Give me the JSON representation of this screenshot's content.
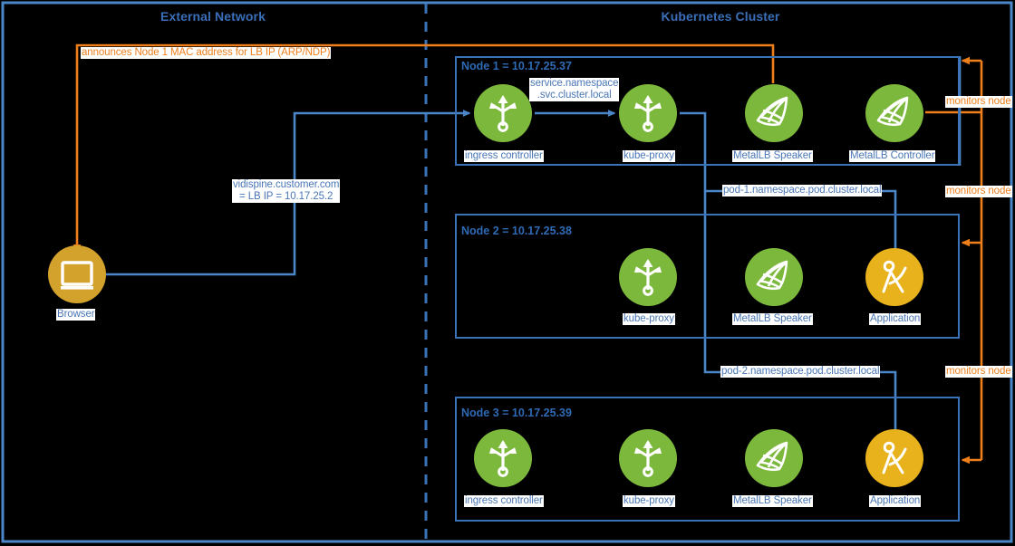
{
  "zones": {
    "external": {
      "title": "External Network"
    },
    "cluster": {
      "title": "Kubernetes Cluster"
    }
  },
  "annotations": {
    "arp_announce": "announces Node 1 MAC address for LB IP (ARP/NDP)",
    "lb_ip": "vidispine.customer.com\n= LB IP = 10.17.25.2",
    "svc_dns": "service.namespace\n.svc.cluster.local",
    "pod1_dns": "pod-1.namespace.pod.cluster.local",
    "pod2_dns": "pod-2.namespace.pod.cluster.local",
    "monitors_node_1": "monitors node",
    "monitors_node_2": "monitors node",
    "monitors_node_3": "monitors node"
  },
  "client": {
    "browser_label": "Browser",
    "browser_icon": "monitor-icon"
  },
  "nodes": [
    {
      "id": "node-1",
      "title": "Node 1 = 10.17.25.37",
      "components": [
        {
          "label": "ingress controller",
          "icon": "trident-icon",
          "color": "green"
        },
        {
          "label": "kube-proxy",
          "icon": "trident-icon",
          "color": "green"
        },
        {
          "label": "MetalLB Speaker",
          "icon": "metallb-sail-icon",
          "color": "green"
        },
        {
          "label": "MetalLB Controller",
          "icon": "metallb-sail-icon",
          "color": "green"
        }
      ]
    },
    {
      "id": "node-2",
      "title": "Node 2 = 10.17.25.38",
      "components": [
        {
          "label": "kube-proxy",
          "icon": "trident-icon",
          "color": "green"
        },
        {
          "label": "MetalLB Speaker",
          "icon": "metallb-sail-icon",
          "color": "green"
        },
        {
          "label": "Application",
          "icon": "compass-icon",
          "color": "amber"
        }
      ]
    },
    {
      "id": "node-3",
      "title": "Node 3 = 10.17.25.39",
      "components": [
        {
          "label": "ingress controller",
          "icon": "trident-icon",
          "color": "green"
        },
        {
          "label": "kube-proxy",
          "icon": "trident-icon",
          "color": "green"
        },
        {
          "label": "MetalLB Speaker",
          "icon": "metallb-sail-icon",
          "color": "green"
        },
        {
          "label": "Application",
          "icon": "compass-icon",
          "color": "amber"
        }
      ]
    }
  ],
  "colors": {
    "background": "#000000",
    "blue_line": "#4a86c8",
    "blue_text": "#4a77b5",
    "blue_title": "#3a6fb8",
    "orange": "#ee7f1b",
    "green_node": "#7cb83c",
    "amber_node": "#e8b21c",
    "gold_node": "#d3a22c",
    "label_bg": "#ffffff"
  }
}
